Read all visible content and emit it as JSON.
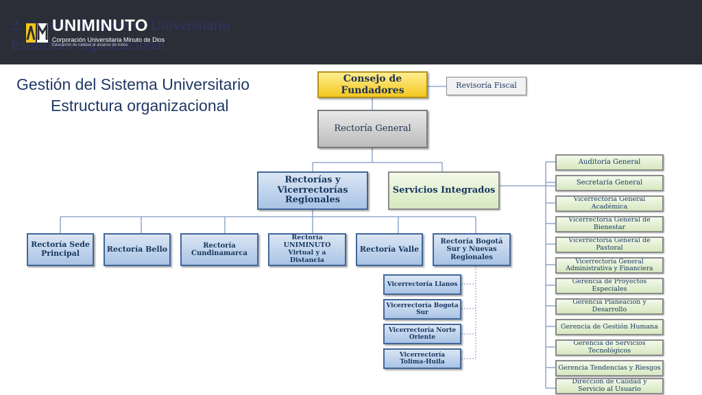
{
  "header": {
    "ghost_title_line1": "2. Gestión del Sistema Universitario",
    "ghost_title_line2": "Estructura organizacional",
    "logo_name": "UNIMINUTO",
    "logo_subtitle": "Corporación Universitaria Minuto de Dios",
    "logo_tagline": "Educación de calidad al alcance de todos"
  },
  "title": {
    "line1": "Gestión del Sistema Universitario",
    "line2": "Estructura organizacional"
  },
  "org": {
    "consejo": "Consejo de Fundadores",
    "revisoria": "Revisoría Fiscal",
    "rectoria_general": "Rectoría General",
    "rectorias_regionales": "Rectorías y Vicerrectorías Regionales",
    "servicios": "Servicios Integrados",
    "sedes": [
      "Rectoría Sede Principal",
      "Rectoría Bello",
      "Rectoría Cundinamarca",
      "Rectoría UNIMINUTO Virtual y a Distancia",
      "Rectoría Valle",
      "Rectoría Bogotá Sur y Nuevas Regionales"
    ],
    "vicerrectorias": [
      "Vicerrectoría Llanos",
      "Vicerrectoría Bogota Sur",
      "Vicerrectoría Norte Oriente",
      "Vicerrectoría Tolima-Huila"
    ],
    "servicios_items": [
      "Auditoría General",
      "Secretaría General",
      "Vicerrectoría General Académica",
      "Vicerrectoría General de Bienestar",
      "Vicerrectoría General de Pastoral",
      "Vicerrectoría General Administrativa y Financiera",
      "Gerencia de Proyectos Especiales",
      "Gerencia Planeación y Desarrollo",
      "Gerencia de Gestión Humana",
      "Gerencia de Servicios Tecnológicos",
      "Gerencia Tendencias y Riesgos",
      "Dirección de Calidad y Servicio al Usuario"
    ]
  },
  "colors": {
    "header_bg": "#2b2e36",
    "title": "#1f3864",
    "box_blue_border": "#41669a",
    "gold": "#f2c71f",
    "connector": "#7f98c2"
  }
}
